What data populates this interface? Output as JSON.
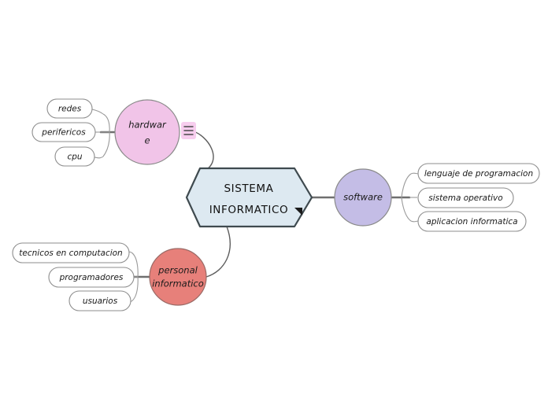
{
  "diagram": {
    "type": "mind-map",
    "background": "#ffffff",
    "central_node": {
      "id": "sistema-informatico",
      "line1": "SISTEMA",
      "line2": "INFORMATICO",
      "shape": "hexagon-banner",
      "fill": "#dde9f1",
      "border": "#3f4a4f",
      "collapse_marker": "collapse-triangle"
    },
    "branches": [
      {
        "id": "hardware",
        "label_line1": "hardwar",
        "label_line2": "e",
        "label_full": "hardware",
        "shape": "circle",
        "fill": "#f1c4e8",
        "badge": "menu-badge",
        "leaves": [
          {
            "id": "redes",
            "label": "redes"
          },
          {
            "id": "perifericos",
            "label": "perifericos"
          },
          {
            "id": "cpu",
            "label": "cpu"
          }
        ]
      },
      {
        "id": "software",
        "label_line1": "software",
        "label_line2": "",
        "label_full": "software",
        "shape": "circle",
        "fill": "#c4bde6",
        "leaves": [
          {
            "id": "lenguaje-de-programacion",
            "label": "lenguaje de programacion"
          },
          {
            "id": "sistema-operativo",
            "label": "sistema operativo"
          },
          {
            "id": "aplicacion-informatica",
            "label": "aplicacion informatica"
          }
        ]
      },
      {
        "id": "personal-informatico",
        "label_line1": "personal",
        "label_line2": "informatico",
        "label_full": "personal informatico",
        "shape": "circle",
        "fill": "#e7807a",
        "leaves": [
          {
            "id": "tecnicos-en-computacion",
            "label": "tecnicos en computacion"
          },
          {
            "id": "programadores",
            "label": "programadores"
          },
          {
            "id": "usuarios",
            "label": "usuarios"
          }
        ]
      }
    ]
  }
}
